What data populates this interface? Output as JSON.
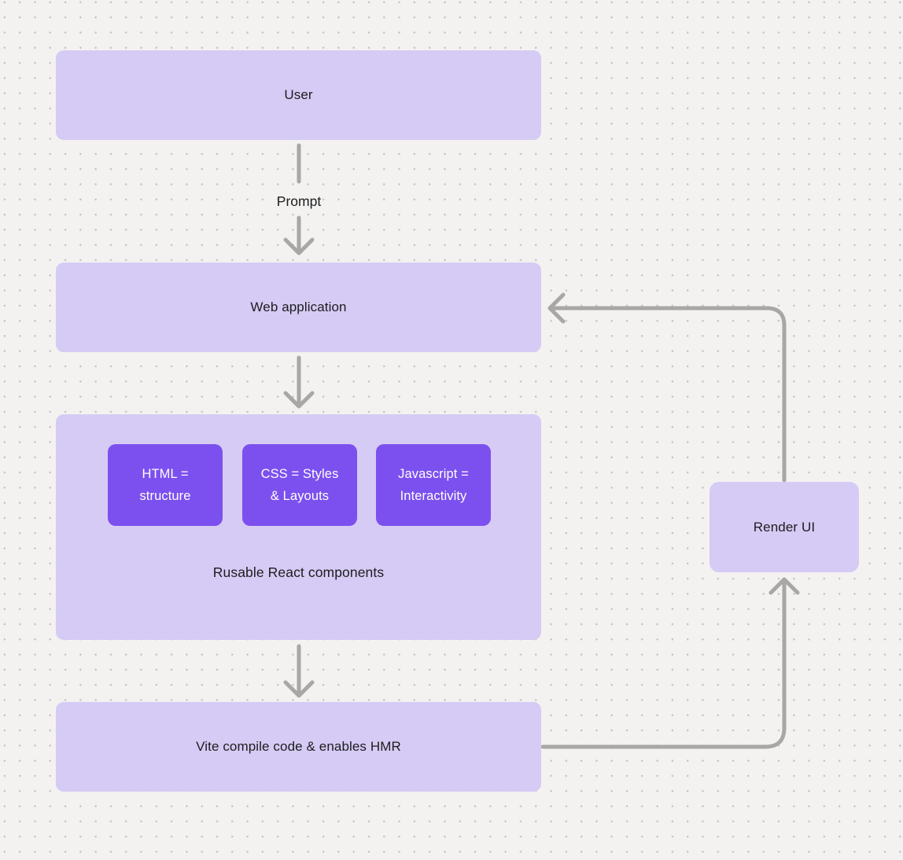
{
  "diagram": {
    "nodes": {
      "user": {
        "label": "User"
      },
      "web_application": {
        "label": "Web application"
      },
      "components_group": {
        "caption": "Rusable React components",
        "chips": [
          {
            "lines": [
              "HTML =",
              "structure"
            ]
          },
          {
            "lines": [
              "CSS = Styles",
              "& Layouts"
            ]
          },
          {
            "lines": [
              "Javascript =",
              "Interactivity"
            ]
          }
        ]
      },
      "vite": {
        "label": "Vite compile code & enables HMR"
      },
      "render_ui": {
        "label": "Render UI"
      }
    },
    "edges": {
      "prompt_label": "Prompt"
    },
    "colors": {
      "node_fill": "#d6cbf4",
      "chip_fill": "#7c50ee",
      "chip_text": "#ffffff",
      "connector": "#a9a7a5",
      "text": "#1d1c1f",
      "canvas_background": "#f3f2f1",
      "grid_dot": "#c6c4c2"
    }
  }
}
